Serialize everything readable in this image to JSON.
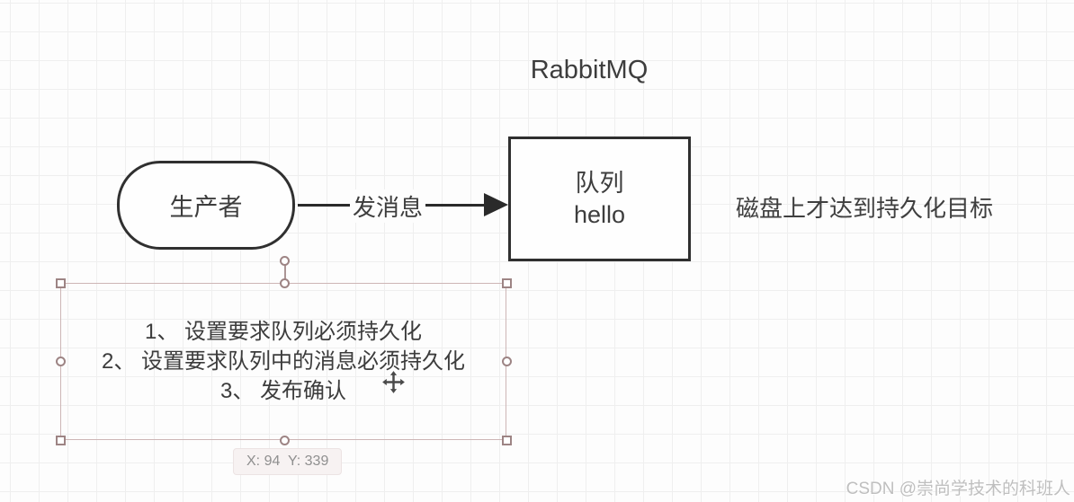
{
  "colors": {
    "background": "#fdfdfd",
    "grid_line": "#efefef",
    "shape_stroke": "#303030",
    "shape_text": "#3d3d3d",
    "selection_stroke": "#cdb6b6",
    "handle_border": "#9d8484",
    "tooltip_bg": "#f7f2f2",
    "tooltip_text": "#8f8f8f",
    "watermark_text": "#bfbfbf"
  },
  "diagram": {
    "title": "RabbitMQ",
    "producer_label": "生产者",
    "arrow_label": "发消息",
    "queue_label_line1": "队列",
    "queue_label_line2": "hello",
    "side_note": "磁盘上才达到持久化目标"
  },
  "selection": {
    "notes": [
      "1、 设置要求队列必须持久化",
      "2、 设置要求队列中的消息必须持久化",
      "3、 发布确认"
    ],
    "coordinate_tooltip": "X: 94  Y: 339"
  },
  "watermark": "CSDN @崇尚学技术的科班人"
}
